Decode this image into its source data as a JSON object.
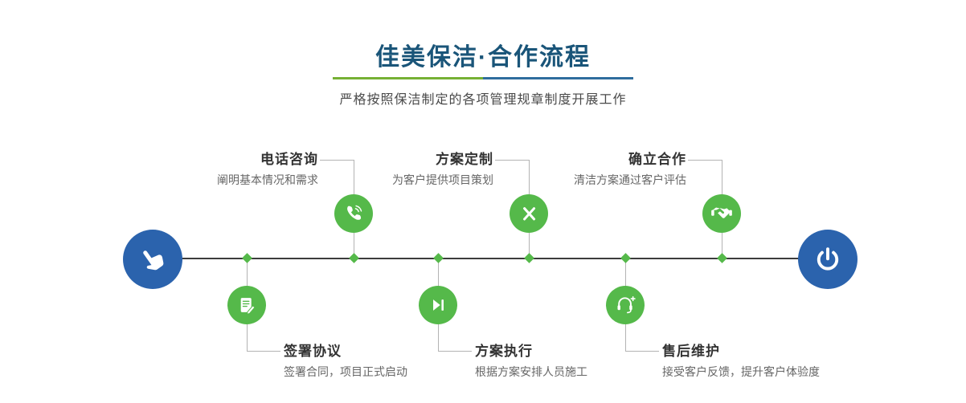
{
  "colors": {
    "title_navy": "#1a5579",
    "underline_green": "#76b034",
    "underline_blue": "#2f6d9e",
    "step_green": "#55b94a",
    "endpoint_blue": "#2b63ad"
  },
  "header": {
    "title": "佳美保洁·合作流程",
    "subtitle": "严格按照保洁制定的各项管理规章制度开展工作"
  },
  "timeline": {
    "start": {
      "icon": "pointer-hand-icon"
    },
    "end": {
      "icon": "power-icon"
    },
    "steps_top": [
      {
        "title": "电话咨询",
        "desc": "阐明基本情况和需求",
        "icon": "phone-icon"
      },
      {
        "title": "方案定制",
        "desc": "为客户提供项目策划",
        "icon": "pencil-ruler-icon"
      },
      {
        "title": "确立合作",
        "desc": "清洁方案通过客户评估",
        "icon": "handshake-icon"
      }
    ],
    "steps_bottom": [
      {
        "title": "签署协议",
        "desc": "签署合同，项目正式启动",
        "icon": "contract-icon"
      },
      {
        "title": "方案执行",
        "desc": "根据方案安排人员施工",
        "icon": "play-forward-icon"
      },
      {
        "title": "售后维护",
        "desc": "接受客户反馈，提升客户体验度",
        "icon": "headset-icon"
      }
    ]
  }
}
